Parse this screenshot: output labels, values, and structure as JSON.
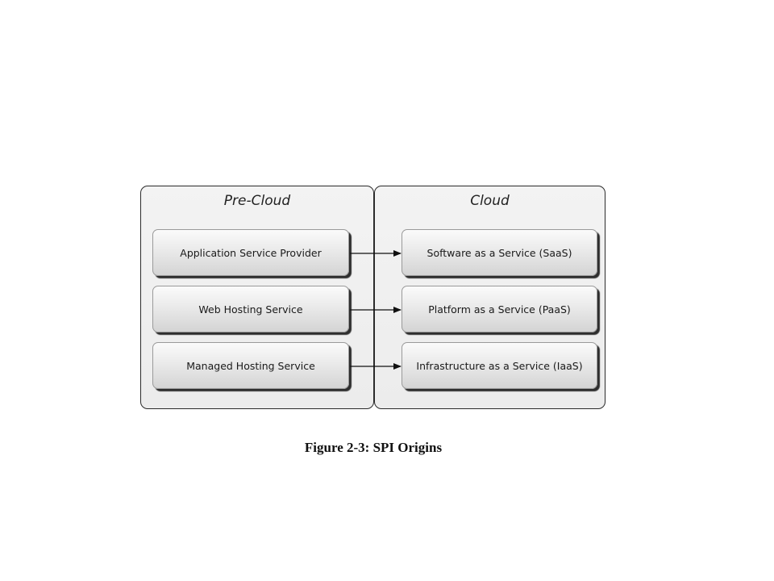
{
  "panels": {
    "pre_cloud": {
      "title": "Pre-Cloud",
      "items": [
        "Application Service Provider",
        "Web Hosting Service",
        "Managed Hosting Service"
      ]
    },
    "cloud": {
      "title": "Cloud",
      "items": [
        "Software as a Service (SaaS)",
        "Platform as a Service (PaaS)",
        "Infrastructure as a Service (IaaS)"
      ]
    }
  },
  "caption": "Figure 2-3: SPI Origins",
  "colors": {
    "border": "#2b2b2b",
    "arrow": "#111111",
    "shadow": "#2e2e2e"
  }
}
